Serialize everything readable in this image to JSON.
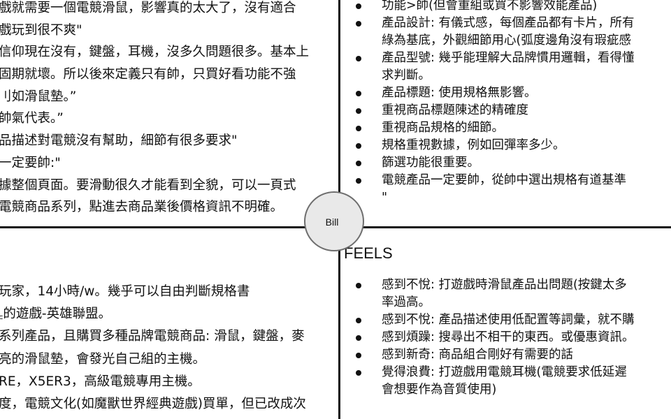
{
  "persona": {
    "name": "Bill"
  },
  "top_left": {
    "lines": [
      "戲就需要一個電競滑鼠，影響真的太大了，沒有適合",
      "戲玩到很不爽\"",
      "信仰現在沒有，鍵盤，耳機，沒多久問題很多。基本上",
      "固期就壞。所以後來定義只有帥，只買好看功能不強",
      "刂如滑鼠墊。”",
      "帥氣代表。”",
      "品描述對電競沒有幫助，細節有很多要求\"",
      "一定要帥:\"",
      "據整個頁面。要滑動很久才能看到全貌，可以一頁式",
      "電競商品系列，點進去商品業後價格資訊不明確。"
    ]
  },
  "bottom_left": {
    "lines": [
      "玩家，14小時/w。幾乎可以自由判斷規格書",
      "꜀的遊戲-英雄聯盟。",
      "系列產品，且購買多種品牌電競商品: 滑鼠，鍵盤，麥",
      "亮的滑鼠墊，會發光自己組的主機。",
      "RE，X5ER3，高級電競專用主機。",
      "度，電競文化(如魔獸世界經典遊戲)買單，但已改成次"
    ]
  },
  "top_right": {
    "items": [
      "功能>帥(但會重組或買不影響效能產品)",
      "產品設計: 有儀式感，每個產品都有卡片，所有\n綠為基底，外觀細節用心(弧度邊角沒有瑕疵感",
      "產品型號: 幾乎能理解大品牌慣用邏輯，看得懂\n求判斷。",
      "產品標題: 使用規格無影響。",
      "重視商品標題陳述的精確度",
      "重視商品規格的細節。",
      "規格重視數據，例如回彈率多少。",
      "篩選功能很重要。",
      "電競產品一定要帥，從帥中選出規格有道基準\n\""
    ]
  },
  "feels": {
    "title": "FEELS",
    "items": [
      "感到不悅: 打遊戲時滑鼠產品出問題(按鍵太多\n率過高。",
      "感到不悅: 產品描述使用低配置等詞彙，就不購",
      "感到煩躁: 搜尋出不相干的東西。或優惠資訊。",
      "感到新奇: 商品組合剛好有需要的話",
      "覺得浪費: 打遊戲用電競耳機(電競要求低延遲\n會想要作為音質使用)"
    ]
  }
}
